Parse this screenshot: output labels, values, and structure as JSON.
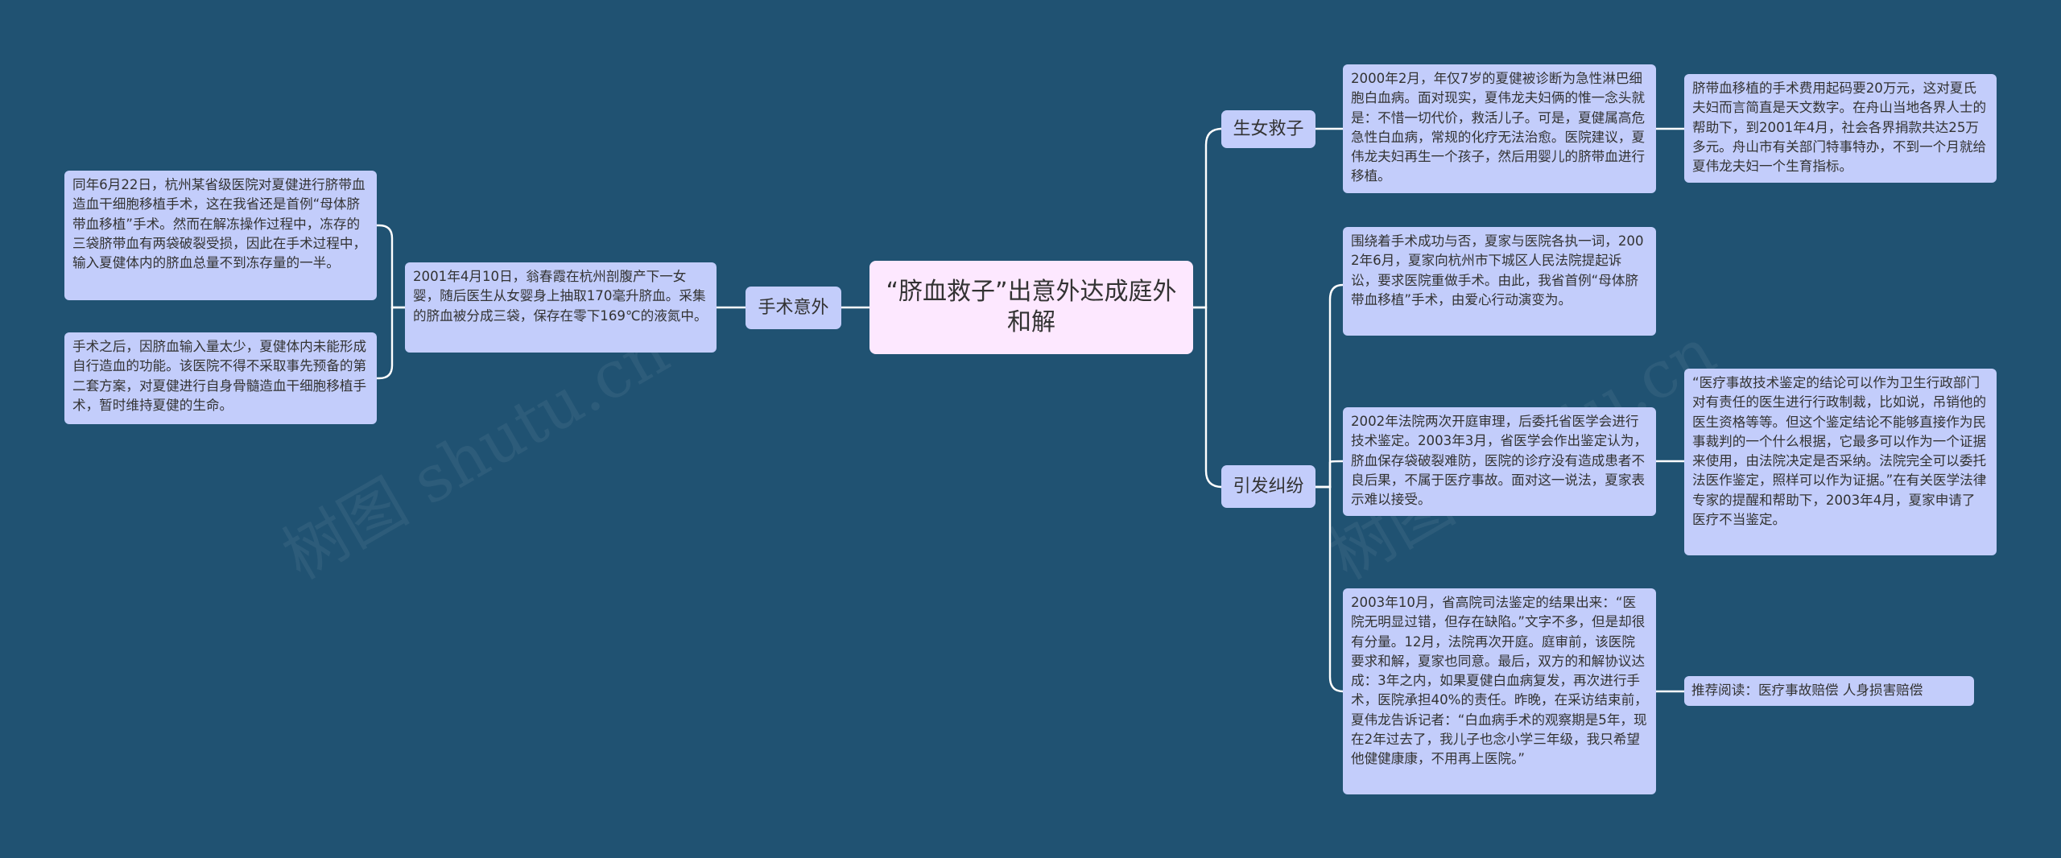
{
  "watermarks": [
    "树图 shutu.cn",
    "树图 shutu.cn"
  ],
  "root": {
    "text": "“脐血救子”出意外达成庭外和解"
  },
  "branches": {
    "shengnv": {
      "label": "生女救子"
    },
    "shoushu": {
      "label": "手术意外"
    },
    "jiufen": {
      "label": "引发纠纷"
    }
  },
  "leaves": {
    "shengnv_1": "2000年2月，年仅7岁的夏健被诊断为急性淋巴细胞白血病。面对现实，夏伟龙夫妇俩的惟一念头就是：不惜一切代价，救活儿子。可是，夏健属高危急性白血病，常规的化疗无法治愈。医院建议，夏伟龙夫妇再生一个孩子，然后用婴儿的脐带血进行移植。",
    "shengnv_2": "脐带血移植的手术费用起码要20万元，这对夏氏夫妇而言简直是天文数字。在舟山当地各界人士的帮助下，到2001年4月，社会各界捐款共达25万多元。舟山市有关部门特事特办，不到一个月就给夏伟龙夫妇一个生育指标。",
    "shoushu_1": "2001年4月10日，翁春霞在杭州剖腹产下一女婴，随后医生从女婴身上抽取170毫升脐血。采集的脐血被分成三袋，保存在零下169℃的液氮中。",
    "shoushu_2": "同年6月22日，杭州某省级医院对夏健进行脐带血造血干细胞移植手术，这在我省还是首例“母体脐带血移植”手术。然而在解冻操作过程中，冻存的三袋脐带血有两袋破裂受损，因此在手术过程中，输入夏健体内的脐血总量不到冻存量的一半。",
    "shoushu_3": "手术之后，因脐血输入量太少，夏健体内未能形成自行造血的功能。该医院不得不采取事先预备的第二套方案，对夏健进行自身骨髓造血干细胞移植手术，暂时维持夏健的生命。",
    "jiufen_1": "围绕着手术成功与否，夏家与医院各执一词，2002年6月，夏家向杭州市下城区人民法院提起诉讼，要求医院重做手术。由此，我省首例“母体脐带血移植”手术，由爱心行动演变为。",
    "jiufen_2": "2002年法院两次开庭审理，后委托省医学会进行技术鉴定。2003年3月，省医学会作出鉴定认为，脐血保存袋破裂难防，医院的诊疗没有造成患者不良后果，不属于医疗事故。面对这一说法，夏家表示难以接受。",
    "jiufen_2b": "“医疗事故技术鉴定的结论可以作为卫生行政部门对有责任的医生进行行政制裁，比如说，吊销他的医生资格等等。但这个鉴定结论不能够直接作为民事裁判的一个什么根据，它最多可以作为一个证据来使用，由法院决定是否采纳。法院完全可以委托法医作鉴定，照样可以作为证据。”在有关医学法律专家的提醒和帮助下，2003年4月，夏家申请了医疗不当鉴定。",
    "jiufen_3": "2003年10月，省高院司法鉴定的结果出来：“医院无明显过错，但存在缺陷。”文字不多，但是却很有分量。12月，法院再次开庭。庭审前，该医院要求和解，夏家也同意。最后，双方的和解协议达成：3年之内，如果夏健白血病复发，再次进行手术，医院承担40%的责任。昨晚，在采访结束前，夏伟龙告诉记者：“白血病手术的观察期是5年，现在2年过去了，我儿子也念小学三年级，我只希望他健健康康，不用再上医院。”",
    "jiufen_3b": "推荐阅读：医疗事故赔偿 人身损害赔偿"
  }
}
